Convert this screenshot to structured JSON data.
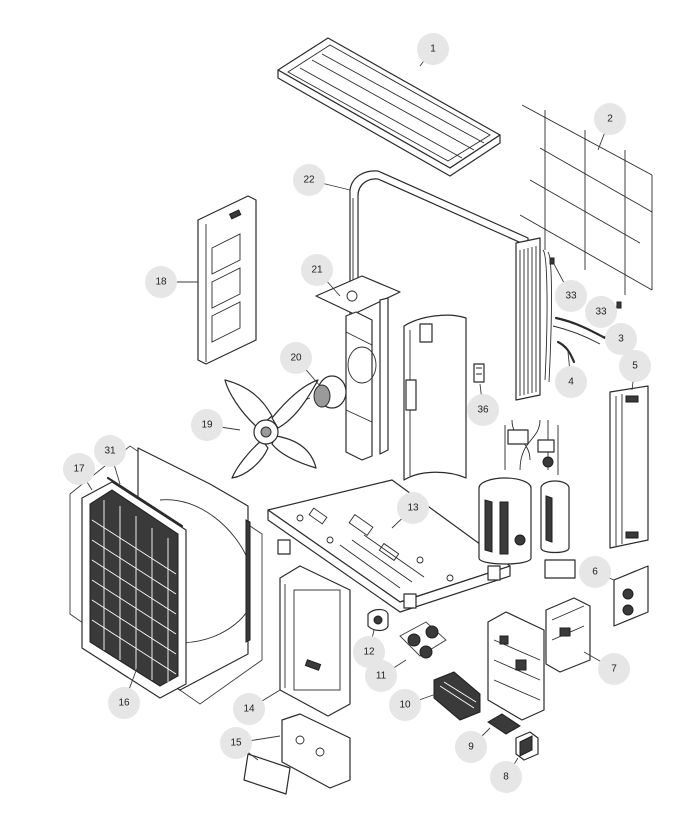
{
  "callouts": [
    {
      "id": "c1",
      "label": "1"
    },
    {
      "id": "c2",
      "label": "2"
    },
    {
      "id": "c3",
      "label": "3"
    },
    {
      "id": "c4",
      "label": "4"
    },
    {
      "id": "c5",
      "label": "5"
    },
    {
      "id": "c6",
      "label": "6"
    },
    {
      "id": "c7",
      "label": "7"
    },
    {
      "id": "c8",
      "label": "8"
    },
    {
      "id": "c9",
      "label": "9"
    },
    {
      "id": "c10",
      "label": "10"
    },
    {
      "id": "c11",
      "label": "11"
    },
    {
      "id": "c12",
      "label": "12"
    },
    {
      "id": "c13",
      "label": "13"
    },
    {
      "id": "c14",
      "label": "14"
    },
    {
      "id": "c15",
      "label": "15"
    },
    {
      "id": "c16",
      "label": "16"
    },
    {
      "id": "c17",
      "label": "17"
    },
    {
      "id": "c18",
      "label": "18"
    },
    {
      "id": "c19",
      "label": "19"
    },
    {
      "id": "c20",
      "label": "20"
    },
    {
      "id": "c21",
      "label": "21"
    },
    {
      "id": "c22",
      "label": "22"
    },
    {
      "id": "c31",
      "label": "31"
    },
    {
      "id": "c33a",
      "label": "33"
    },
    {
      "id": "c33b",
      "label": "33"
    },
    {
      "id": "c36",
      "label": "36"
    }
  ],
  "colors": {
    "line": "#2b2b2b",
    "callout_fill": "#e6e6e6",
    "grille": "#3a3a3a"
  }
}
